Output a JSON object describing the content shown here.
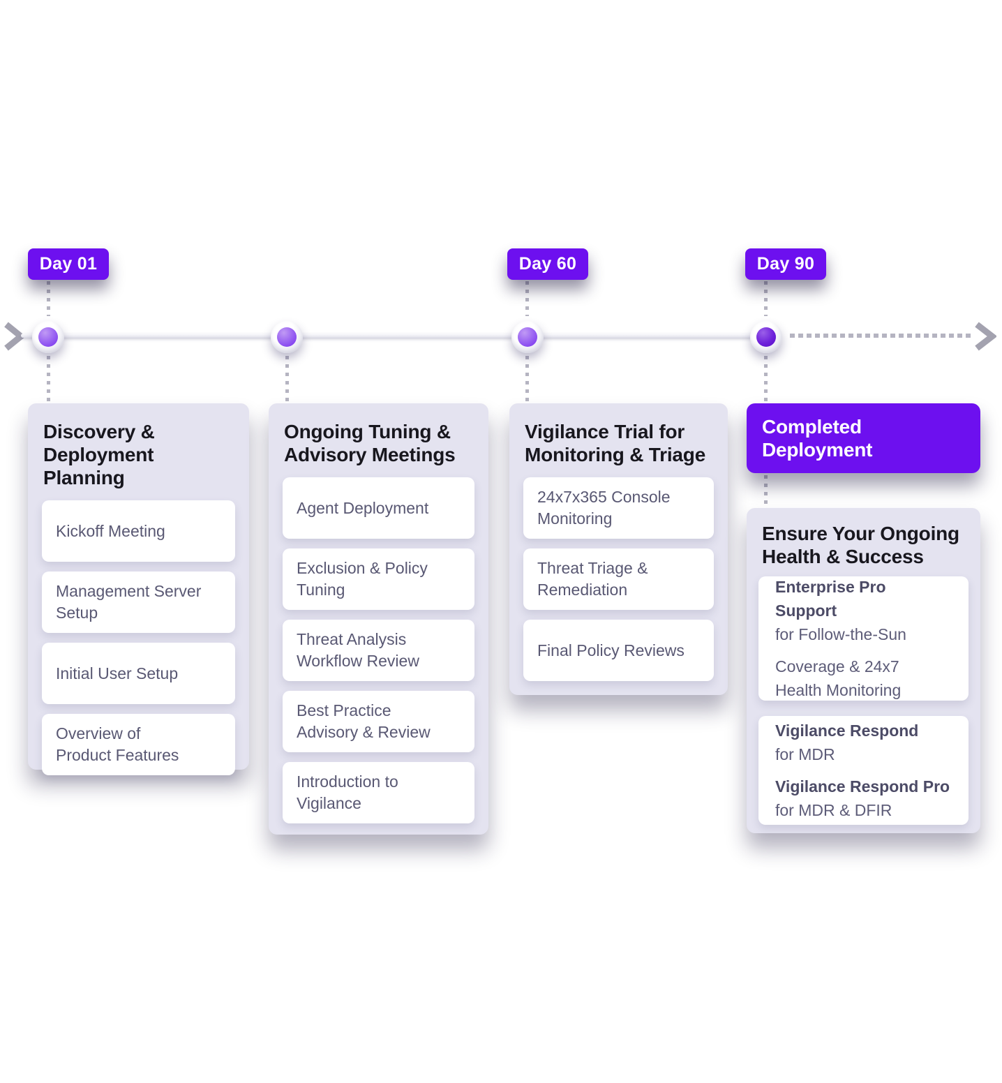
{
  "colors": {
    "accent_purple": "#6D10EF",
    "column_bg": "#E4E3F0",
    "card_bg": "#FFFFFF",
    "title_text": "#18171E",
    "item_text": "#595873",
    "timeline_gray": "#B5B4C1"
  },
  "timeline": {
    "direction": "left-to-right",
    "milestones": [
      {
        "label": "Day 01"
      },
      {
        "label": ""
      },
      {
        "label": "Day 60"
      },
      {
        "label": "Day 90"
      }
    ]
  },
  "columns": [
    {
      "title": "Discovery &\nDeployment Planning",
      "items": [
        "Kickoff Meeting",
        "Management Server Setup",
        "Initial User Setup",
        "Overview of\nProduct Features"
      ]
    },
    {
      "title": "Ongoing Tuning &\nAdvisory Meetings",
      "items": [
        "Agent Deployment",
        "Exclusion & Policy Tuning",
        "Threat Analysis\nWorkflow Review",
        "Best Practice\nAdvisory & Review",
        "Introduction to Vigilance"
      ]
    },
    {
      "title": "Vigilance Trial for\nMonitoring & Triage",
      "items": [
        "24x7x365 Console\nMonitoring",
        "Threat Triage &\nRemediation",
        "Final Policy Reviews"
      ]
    }
  ],
  "completed": {
    "header": "Completed\nDeployment",
    "card_title": "Ensure Your Ongoing\nHealth & Success",
    "support_card": {
      "entries": [
        {
          "name": "Enterprise Pro Support",
          "desc": "for Follow-the-Sun"
        },
        {
          "name": "",
          "desc": "Coverage & 24x7\nHealth Monitoring"
        }
      ]
    },
    "respond_card": {
      "entries": [
        {
          "name": "Vigilance Respond",
          "desc": "for MDR"
        },
        {
          "name": "Vigilance Respond Pro",
          "desc": "for MDR & DFIR"
        }
      ]
    }
  }
}
